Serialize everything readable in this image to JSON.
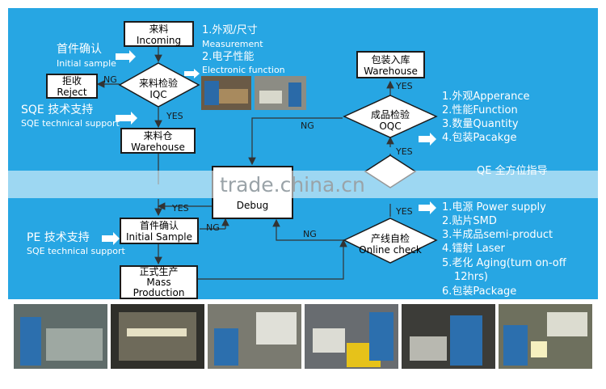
{
  "nodes": {
    "incoming": {
      "cn": "来料",
      "en": "Incoming"
    },
    "reject": {
      "cn": "拒收",
      "en": "Reject"
    },
    "iqc": {
      "cn": "来料检验",
      "en": "IQC"
    },
    "warehouse": {
      "cn": "来料仓",
      "en": "Warehouse"
    },
    "initial_sample": {
      "cn": "首件确认",
      "en": "Initial Sample"
    },
    "mass": {
      "cn": "正式生产",
      "en1": "Mass",
      "en2": "Production"
    },
    "debug": {
      "en": "Debug"
    },
    "warehouse_out": {
      "cn": "包装入库",
      "en": "Warehouse"
    },
    "oqc": {
      "cn": "成品检验",
      "en": "OQC"
    },
    "online_check": {
      "cn": "产线自检",
      "en": "Online check"
    }
  },
  "labels": {
    "ng": "NG",
    "yes": "YES"
  },
  "side": {
    "initial_sample_cn": "首件确认",
    "initial_sample_en": "Initial sample",
    "sqe_cn": "SQE 技术支持",
    "sqe_en": "SQE technical support",
    "pe_cn": "PE 技术支持",
    "pe_en": "SQE technical support",
    "measurement_cn": "1.外观/尺寸",
    "measurement_en": "Measurement",
    "electronic_cn": "2.电子性能",
    "electronic_en": "Electronic function"
  },
  "oqc_items": [
    "1.外观Apperance",
    "2.性能Function",
    "3.数量Quantity",
    "4.包装Pacakge"
  ],
  "online_items": [
    "1.电源 Power supply",
    "2.贴片SMD",
    "3.半成品semi-product",
    "4.镭射 Laser",
    "5.老化 Aging(turn on-off",
    "12hrs)",
    "6.包装Package"
  ],
  "watermark": "trade.china.cn",
  "qe_partial": "QE 全方位指导"
}
